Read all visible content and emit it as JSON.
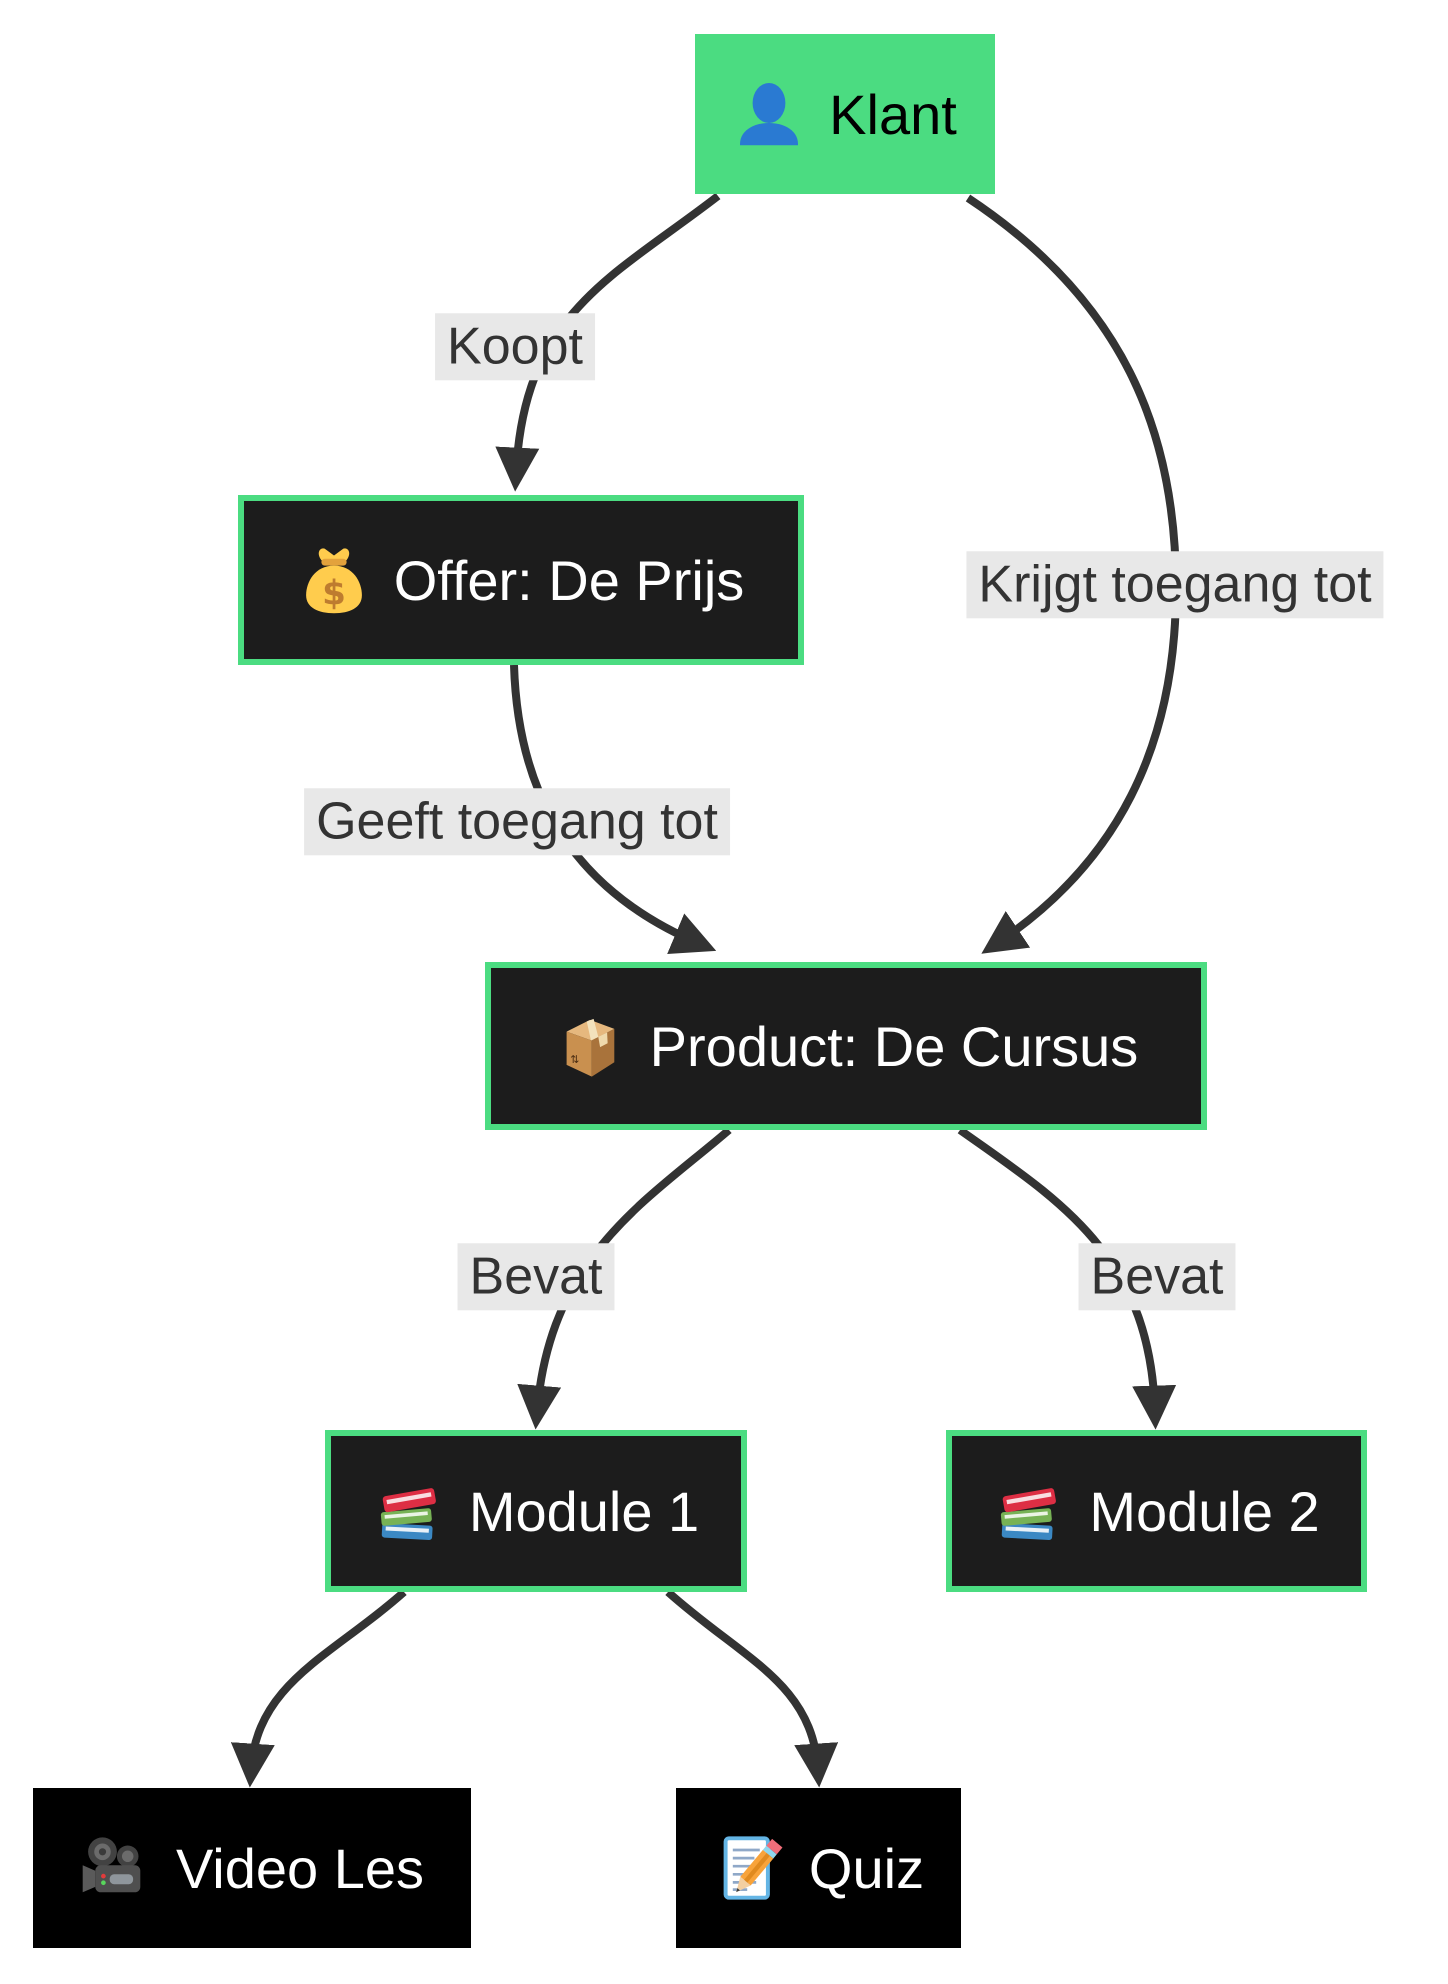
{
  "diagram": {
    "nodes": {
      "klant": {
        "label": "Klant",
        "icon": "user-icon"
      },
      "offer": {
        "label": "Offer: De Prijs",
        "icon": "money-bag-icon"
      },
      "product": {
        "label": "Product: De Cursus",
        "icon": "package-icon"
      },
      "module1": {
        "label": "Module 1",
        "icon": "books-icon"
      },
      "module2": {
        "label": "Module 2",
        "icon": "books-icon"
      },
      "videoles": {
        "label": "Video Les",
        "icon": "video-camera-icon"
      },
      "quiz": {
        "label": "Quiz",
        "icon": "memo-icon"
      }
    },
    "edges": [
      {
        "from": "klant",
        "to": "offer",
        "label": "Koopt"
      },
      {
        "from": "klant",
        "to": "product",
        "label": "Krijgt toegang tot"
      },
      {
        "from": "offer",
        "to": "product",
        "label": "Geeft toegang tot"
      },
      {
        "from": "product",
        "to": "module1",
        "label": "Bevat"
      },
      {
        "from": "product",
        "to": "module2",
        "label": "Bevat"
      },
      {
        "from": "module1",
        "to": "videoles"
      },
      {
        "from": "module1",
        "to": "quiz"
      }
    ],
    "colors": {
      "accent_green": "#4bdc81",
      "node_dark": "#1c1c1c",
      "node_black": "#000000",
      "node_text_light": "#ffffff",
      "node_text_dark": "#000000",
      "edge": "#333333",
      "edge_label_bg": "#e8e8e8",
      "edge_label_text": "#333333",
      "background": "#ffffff",
      "person_blue": "#2a7ad2"
    }
  }
}
